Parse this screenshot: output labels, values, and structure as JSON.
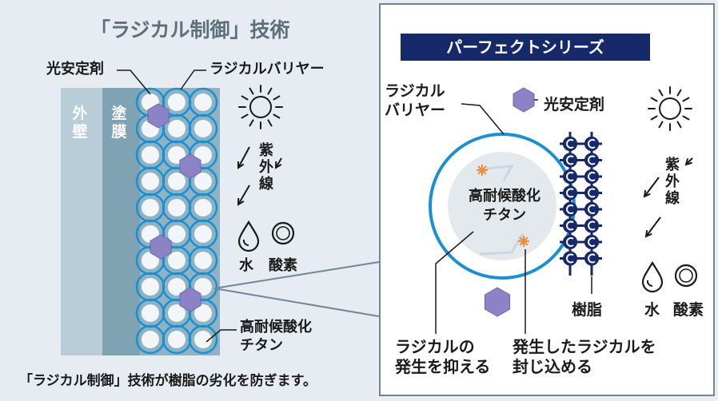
{
  "left": {
    "title": "「ラジカル制御」技術",
    "wall_chars": [
      "外",
      "壁"
    ],
    "paint_chars": [
      "塗",
      "膜"
    ],
    "label_stabilizer": "光安定剤",
    "label_barrier": "ラジカルバリヤー",
    "uv_chars": [
      "紫",
      "外",
      "線"
    ],
    "water": "水",
    "oxygen": "酸素",
    "titanium_lines": [
      "高耐候酸化",
      "チタン"
    ],
    "footer": "「ラジカル制御」技術が樹脂の劣化を防ぎます。"
  },
  "right": {
    "banner": "パーフェクトシリーズ",
    "barrier_lines": [
      "ラジカル",
      "バリヤー"
    ],
    "label_stabilizer": "光安定剤",
    "titanium_lines": [
      "高耐候酸化",
      "チタン"
    ],
    "uv_chars": [
      "紫",
      "外",
      "線"
    ],
    "resin": "樹脂",
    "water": "水",
    "oxygen": "酸素",
    "suppress_lines": [
      "ラジカルの",
      "発生を抑える"
    ],
    "contain_lines": [
      "発生したラジカルを",
      "封じ込める"
    ]
  },
  "colors": {
    "navy": "#162a6b",
    "ring_blue": "#1b8fd1",
    "hexagon": "#8b83c6",
    "wall": "#b9cdd8",
    "paint": "#7fa3b3",
    "panel_border": "#6f8796",
    "spark": "#f08a3c"
  }
}
